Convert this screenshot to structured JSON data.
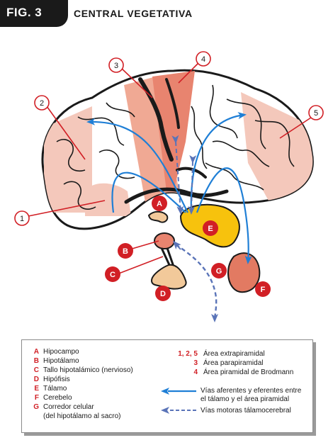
{
  "figure_tag": "FIG. 3",
  "title": "CENTRAL VEGETATIVA",
  "colors": {
    "accent_red": "#d11f25",
    "arrow_blue": "#1f7fd6",
    "dashed_blue": "#5a74b8",
    "thalamus_yellow": "#f7c20d",
    "brain_pink": "#f4c8bb",
    "salmon": "#e8846f"
  },
  "callouts": {
    "n1": "1",
    "n2": "2",
    "n3": "3",
    "n4": "4",
    "n5": "5",
    "A": "A",
    "B": "B",
    "C": "C",
    "D": "D",
    "E": "E",
    "F": "F",
    "G": "G"
  },
  "legend": {
    "letters": [
      {
        "key": "A",
        "text": "Hipocampo"
      },
      {
        "key": "B",
        "text": "Hipotálamo"
      },
      {
        "key": "C",
        "text": "Tallo hipotalámico (nervioso)"
      },
      {
        "key": "D",
        "text": "Hipófisis"
      },
      {
        "key": "E",
        "text": "Tálamo"
      },
      {
        "key": "F",
        "text": "Cerebelo"
      },
      {
        "key": "G",
        "text": "Corredor celular"
      }
    ],
    "letters_extra": "(del hipotálamo al sacro)",
    "numbers": [
      {
        "key": "1, 2, 5",
        "text": "Área extrapiramidal"
      },
      {
        "key": "3",
        "text": "Área parapiramidal"
      },
      {
        "key": "4",
        "text": "Área piramidal de Brodmann"
      }
    ],
    "arrows": [
      {
        "style": "solid",
        "text_line1": "Vías aferentes y eferentes entre",
        "text_line2": "el tálamo y el área piramidal"
      },
      {
        "style": "dashed",
        "text_line1": "Vías motoras tálamocerebral"
      }
    ]
  }
}
